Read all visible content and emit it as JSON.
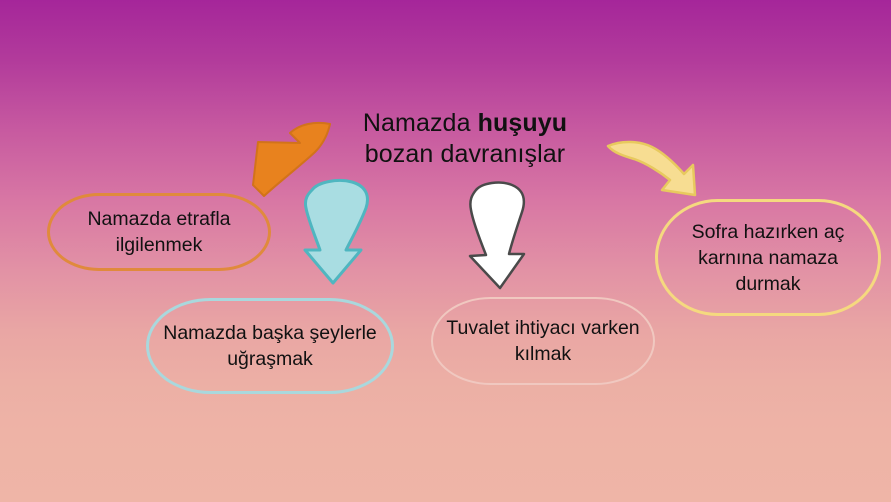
{
  "diagram": {
    "title": {
      "line1_before_bold": "Namazda ",
      "line1_bold": "huşuyu",
      "line2": "bozan davranışlar"
    },
    "nodes": [
      {
        "id": "node-left",
        "text": "Namazda etrafla ilgilenmek",
        "border_color": "#e08a3c"
      },
      {
        "id": "node-mid-left",
        "text": "Namazda başka şeylerle uğraşmak",
        "border_color": "#a9d8dd"
      },
      {
        "id": "node-mid-right",
        "text": "Tuvalet ihtiyacı varken kılmak",
        "border_color": "#f0c8c0"
      },
      {
        "id": "node-right",
        "text": "Sofra hazırken aç karnına namaza durmak",
        "border_color": "#f5d97f"
      }
    ],
    "arrows": [
      {
        "id": "arrow-left",
        "color": "#e8821e",
        "direction": "down-left"
      },
      {
        "id": "arrow-mid-left",
        "color": "#9fd9de",
        "direction": "down"
      },
      {
        "id": "arrow-mid-right",
        "color": "#ffffff",
        "direction": "down"
      },
      {
        "id": "arrow-right",
        "color": "#f6dc8f",
        "direction": "down-right"
      }
    ],
    "background": {
      "top_color": "#a5269a",
      "bottom_color": "#efb5a7"
    }
  }
}
